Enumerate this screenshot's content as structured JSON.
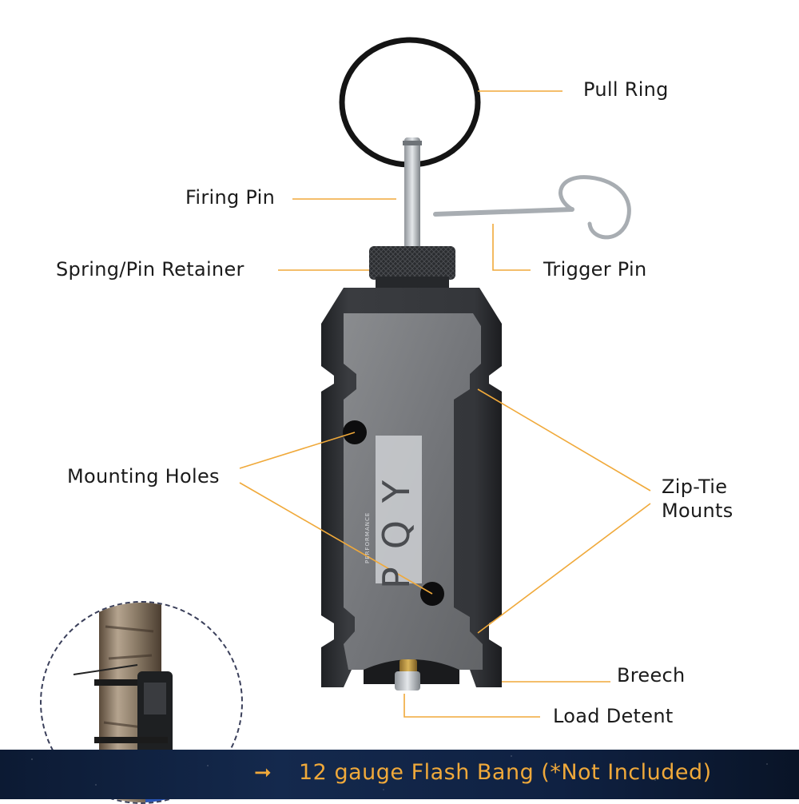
{
  "labels": {
    "pull_ring": "Pull Ring",
    "firing_pin": "Firing Pin",
    "trigger_pin": "Trigger Pin",
    "spring_pin_retainer": "Spring/Pin Retainer",
    "mounting_holes": "Mounting Holes",
    "zip_tie_mounts": [
      "Zip-Tie",
      "Mounts"
    ],
    "breech": "Breech",
    "load_detent": "Load Detent"
  },
  "logo": {
    "brand": "PQY",
    "sub": "PERFORMANCE"
  },
  "banner": {
    "arrow": "➞",
    "text": "12 gauge Flash Bang (*Not Included)"
  },
  "colors": {
    "leader": "#f0a93a",
    "body": "#2e3033",
    "face": "#7b7d80",
    "banner_bg": "#13264a",
    "banner_text": "#f0a93a"
  }
}
